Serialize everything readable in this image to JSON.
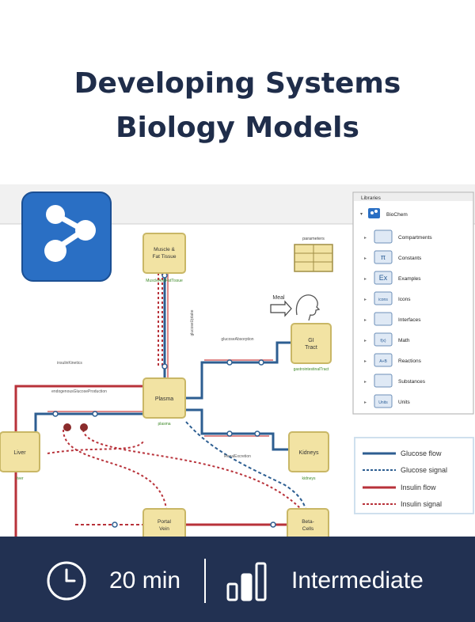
{
  "card": {
    "title_line1": "Developing Systems",
    "title_line2": "Biology Models"
  },
  "diagram": {
    "nodes": {
      "muscle": "Muscle & Fat Tissue",
      "muscle_line1": "Muscle &",
      "muscle_line2": "Fat Tissue",
      "muscle_sub": "MuscleAndFatTissue",
      "plasma": "Plasma",
      "plasma_sub": "plasma",
      "liver": "Liver",
      "liver_sub": "liver",
      "gi": "GI Tract",
      "gi_line1": "GI",
      "gi_line2": "Tract",
      "gi_sub": "gastrointestinalTract",
      "kidneys": "Kidneys",
      "kidneys_sub": "kidneys",
      "portal": "Portal Vein",
      "portal_line1": "Portal",
      "portal_line2": "Vein",
      "beta": "Beta-Cells",
      "beta_line1": "Beta-",
      "beta_line2": "Cells"
    },
    "labels": {
      "parameters": "parameters",
      "meal": "Meal",
      "glucose_uptake": "glucoseUptake",
      "glucose_absorption": "glucoseAbsorption",
      "insulin_kinetics": "insulinKinetics",
      "endogenous": "endogenousGlucoseProduction",
      "renal_excretion": "RenalExcretion"
    },
    "legend": {
      "glucose_flow": "Glucose flow",
      "glucose_signal": "Glucose signal",
      "insulin_flow": "Insulin flow",
      "insulin_signal": "Insulin signal",
      "colors": {
        "glucose": "#2d5e91",
        "insulin": "#b8323a",
        "node_fill": "#f2e3a3",
        "node_stroke": "#c9b766"
      }
    },
    "libraries": {
      "title": "Libraries",
      "root": "BioChem",
      "items": [
        {
          "label": "Compartments",
          "icon": "compartments-icon"
        },
        {
          "label": "Constants",
          "icon": "pi-icon"
        },
        {
          "label": "Examples",
          "icon": "examples-icon"
        },
        {
          "label": "Icons",
          "icon": "icons-icon"
        },
        {
          "label": "Interfaces",
          "icon": "interfaces-icon"
        },
        {
          "label": "Math",
          "icon": "math-icon"
        },
        {
          "label": "Reactions",
          "icon": "reactions-icon"
        },
        {
          "label": "Substances",
          "icon": "substances-icon"
        },
        {
          "label": "Units",
          "icon": "units-icon"
        }
      ],
      "icon_glyphs": [
        "",
        "π",
        "Ex",
        "icons",
        "",
        "f(x)",
        "A+B",
        "",
        "Units"
      ]
    },
    "app_icon": "share-nodes-icon"
  },
  "footer": {
    "duration": "20 min",
    "level": "Intermediate",
    "duration_icon": "clock-icon",
    "level_icon": "signal-bars-icon"
  }
}
